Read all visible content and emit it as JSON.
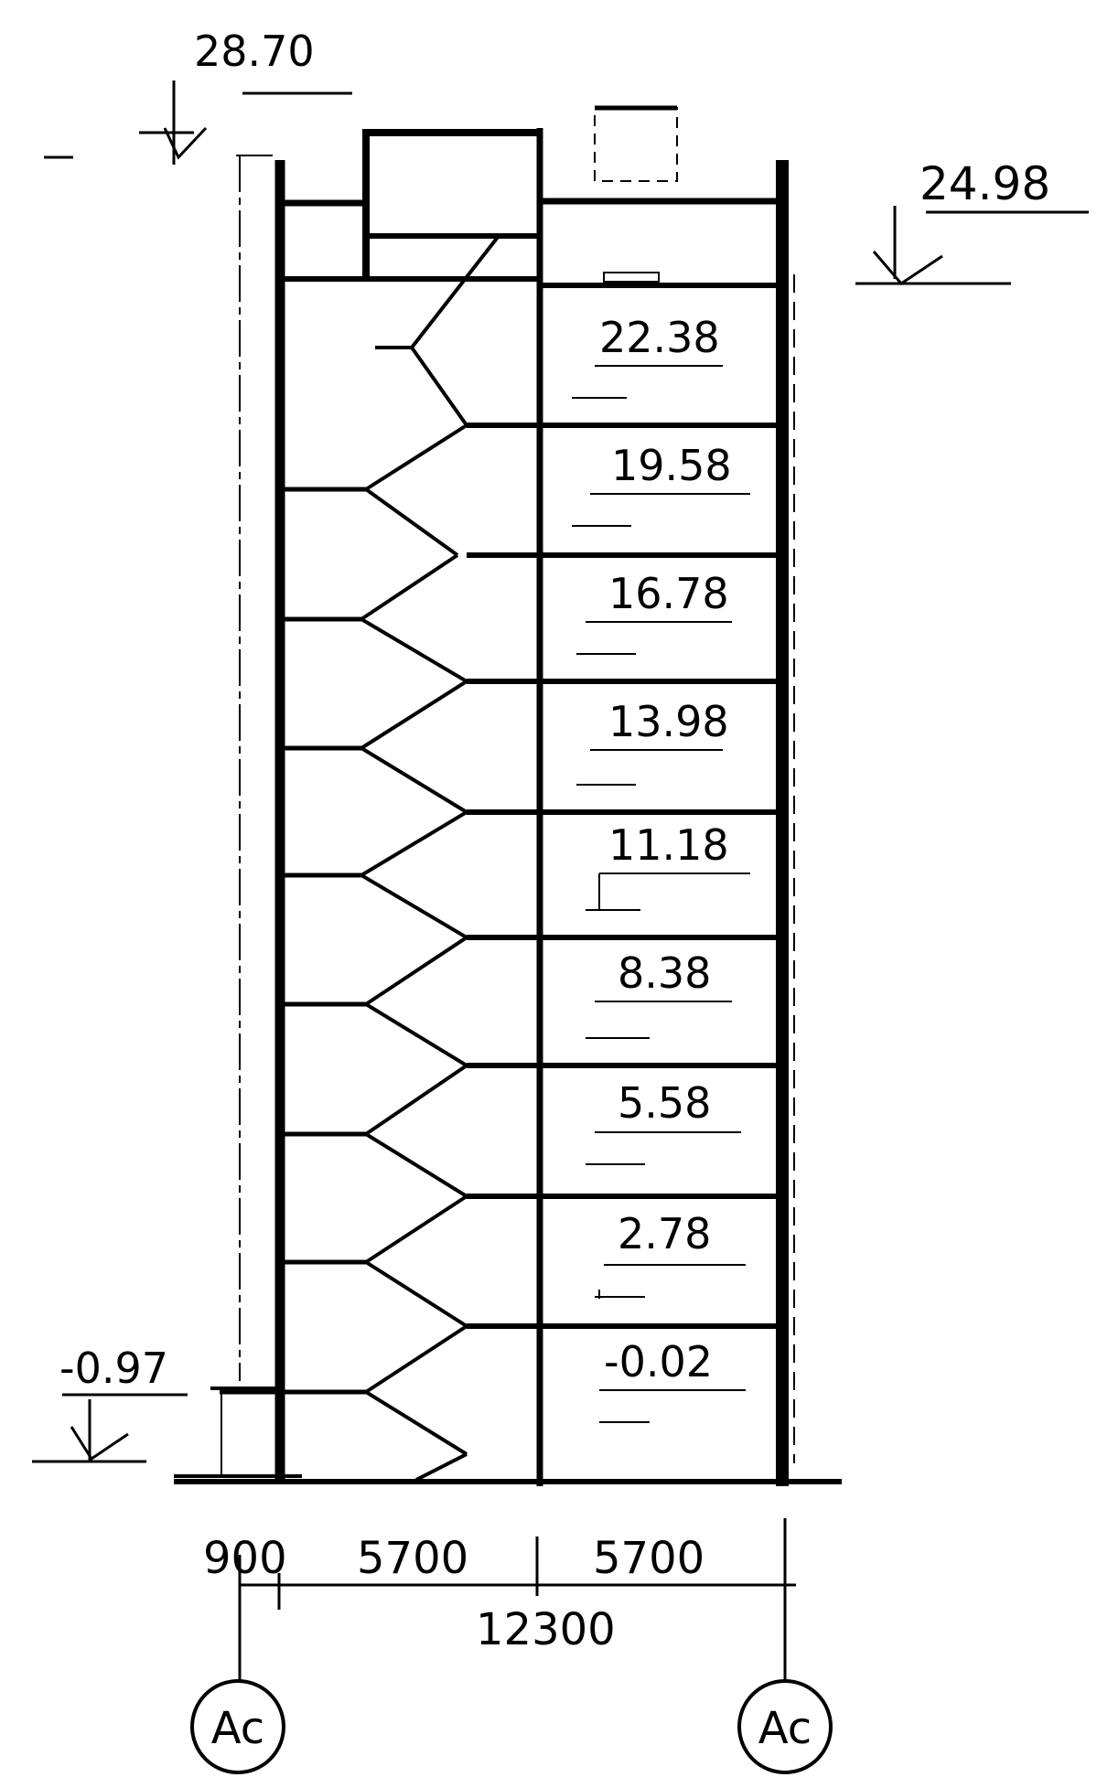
{
  "elevations": {
    "roof_top": "28.70",
    "parapet": "24.98",
    "entrance": "-0.97",
    "floors": [
      "22.38",
      "19.58",
      "16.78",
      "13.98",
      "11.18",
      "8.38",
      "5.58",
      "2.78",
      "-0.02"
    ]
  },
  "dimensions": {
    "segments": [
      "900",
      "5700",
      "5700"
    ],
    "total": "12300"
  },
  "axes": {
    "left": "Ac",
    "right": "Ac"
  },
  "colors": {
    "ink": "#000000",
    "paper": "#ffffff"
  }
}
